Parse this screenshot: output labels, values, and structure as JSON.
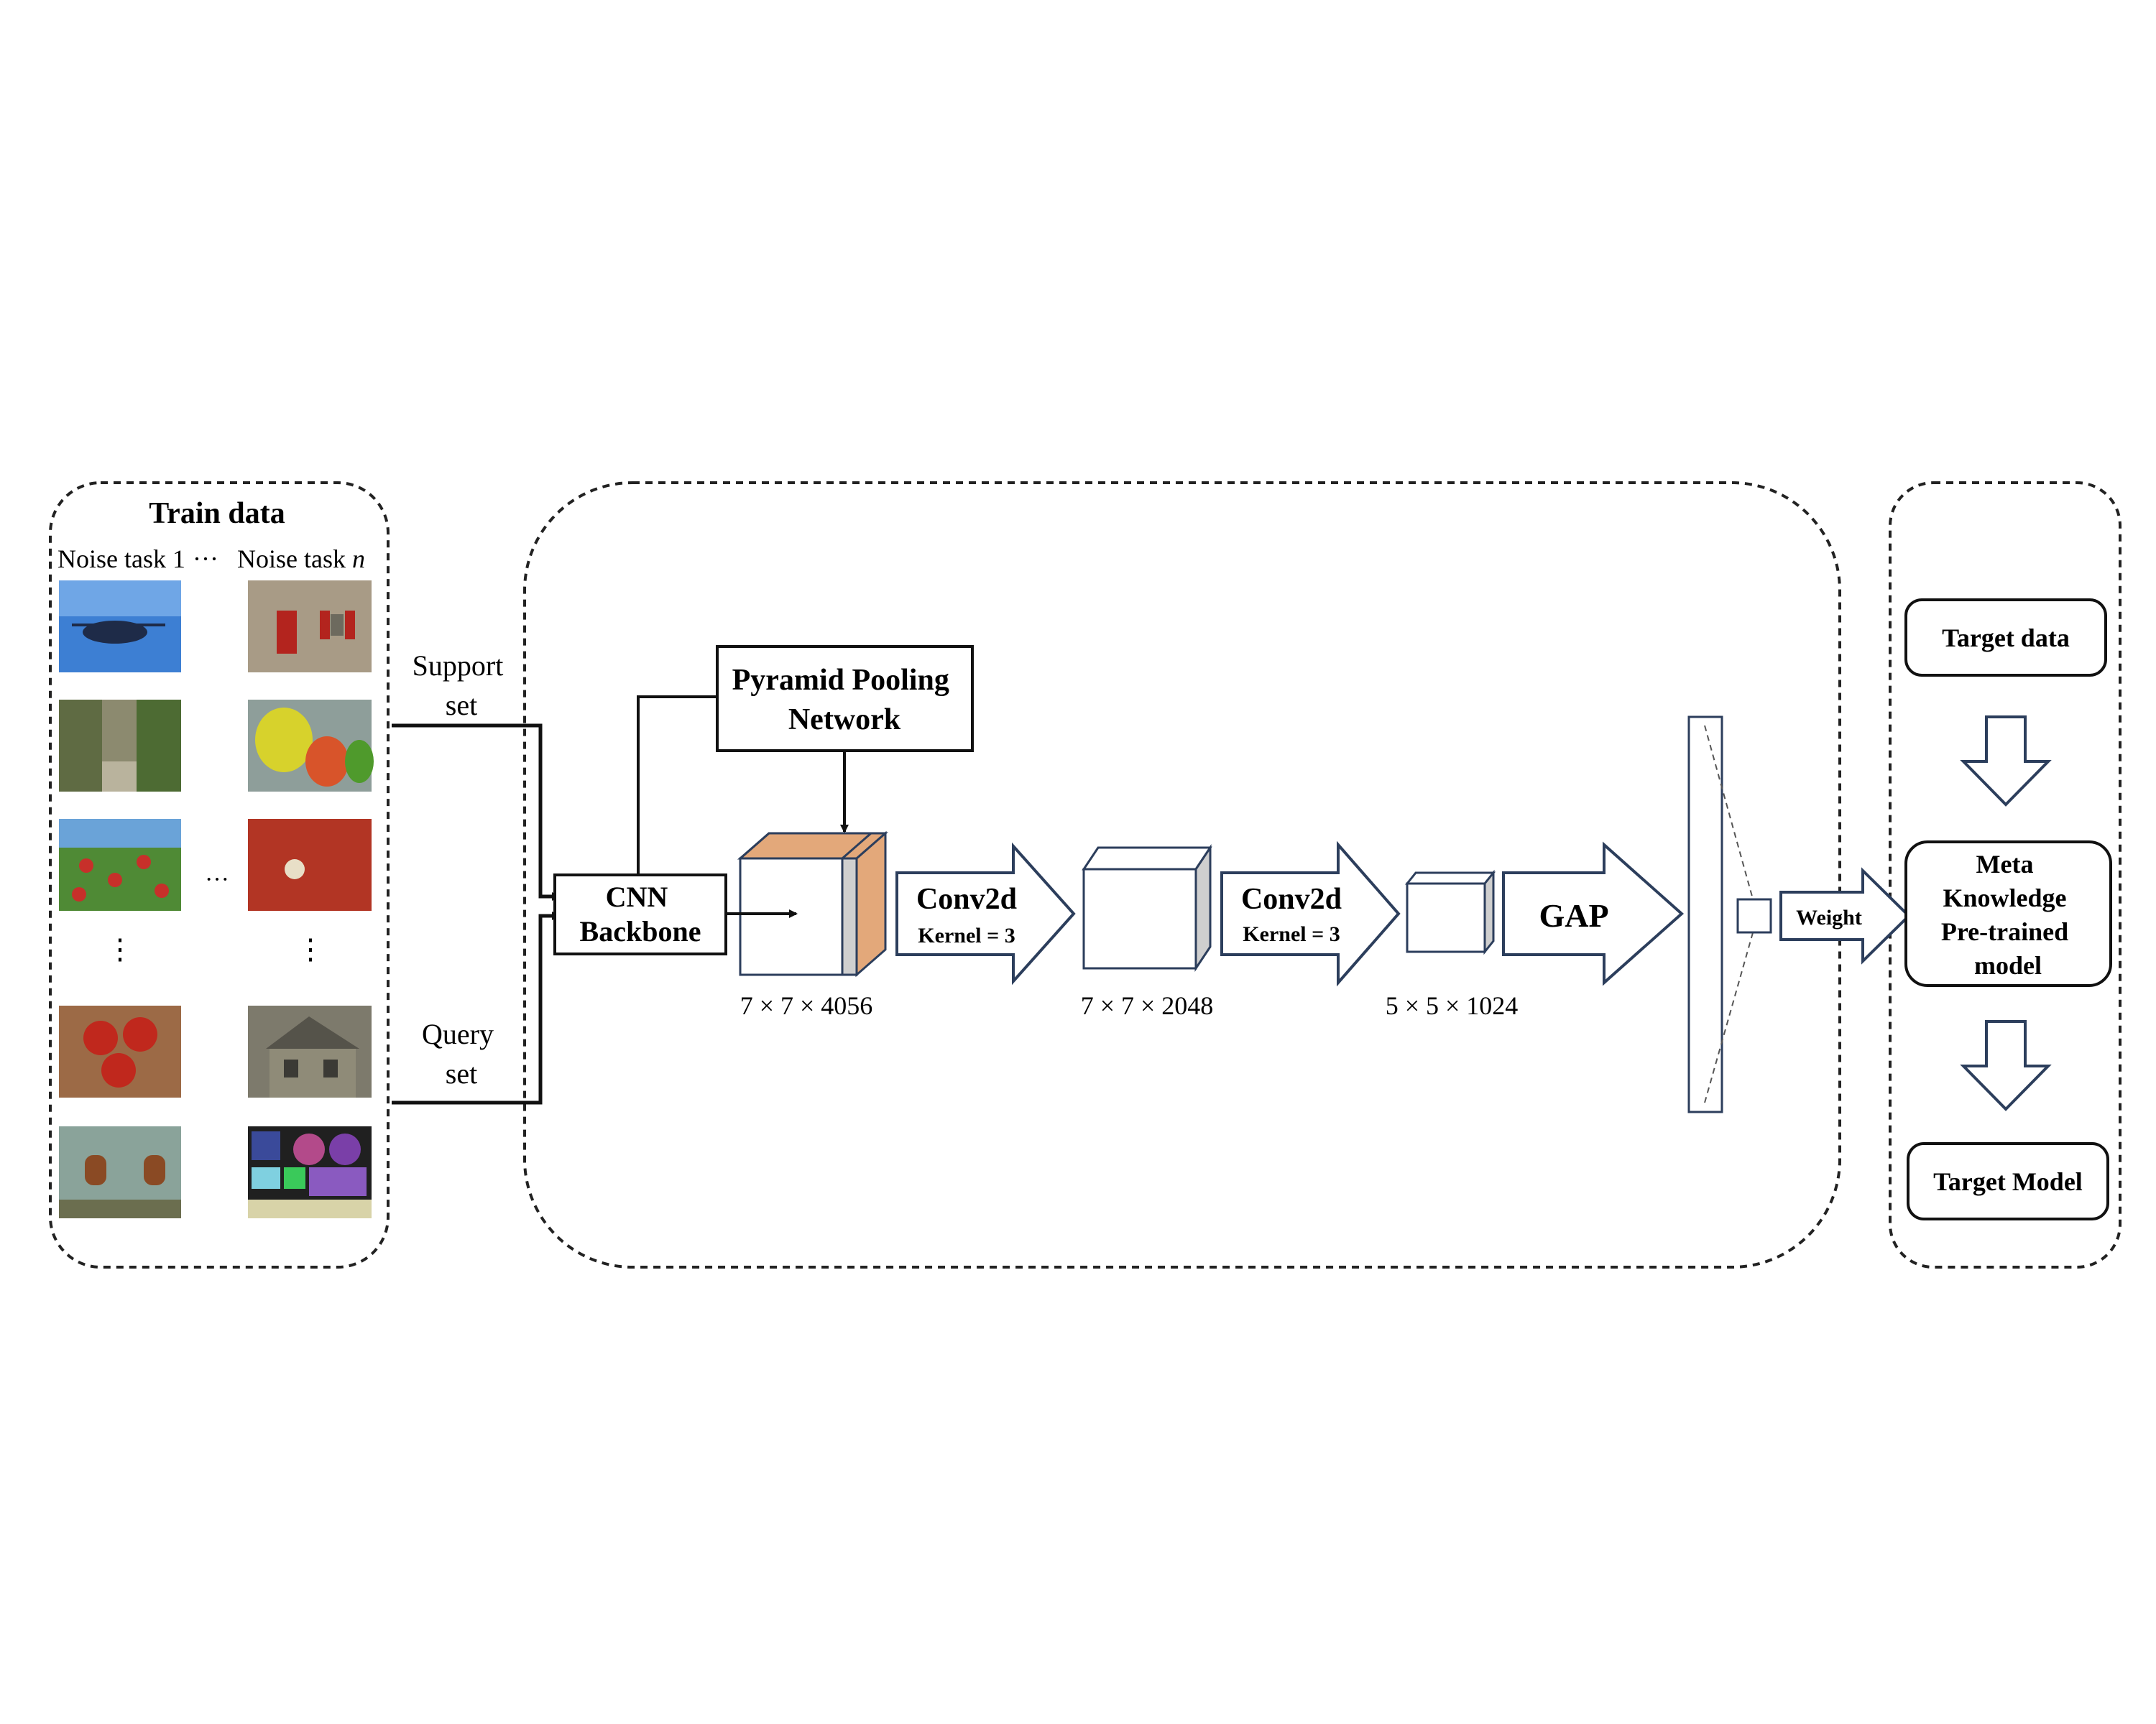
{
  "train_panel": {
    "title": "Train data",
    "col1_header": "Noise task 1",
    "header_ellipsis": "···",
    "col2_header": "Noise task ",
    "col2_header_n": "n",
    "row_ellipsis_mid": "···",
    "vertical_ellipsis": "⋮",
    "thumbnails_col1": [
      "helicopter-photo",
      "street-photo",
      "berries-photo",
      "tomatoes-photo",
      "window-wall-photo"
    ],
    "thumbnails_col2": [
      "house-facade-photo",
      "paint-cans-photo",
      "red-wall-photo",
      "stone-house-photo",
      "test-pattern-photo"
    ]
  },
  "support_label": [
    "Support",
    "set"
  ],
  "query_label": [
    "Query",
    "set"
  ],
  "cnn_backbone": [
    "CNN",
    "Backbone"
  ],
  "pyramid_pooling": [
    "Pyramid Pooling",
    "Network"
  ],
  "conv1": {
    "title": "Conv2d",
    "kernel": "Kernel = 3"
  },
  "conv2": {
    "title": "Conv2d",
    "kernel": "Kernel = 3"
  },
  "gap_label": "GAP",
  "weight_label": "Weight",
  "dims": {
    "d1": "7 × 7 × 4056",
    "d2": "7 × 7 × 2048",
    "d3": "5 × 5 × 1024"
  },
  "right_panel": {
    "target_data": "Target data",
    "meta": [
      "Meta",
      "Knowledge",
      "Pre-trained",
      "model"
    ],
    "target_model": "Target Model"
  },
  "colors": {
    "orange_face": "#e3a87a",
    "grey_face": "#cfcfcf",
    "arrow_stroke": "#2c3e5c",
    "line": "#111111"
  }
}
